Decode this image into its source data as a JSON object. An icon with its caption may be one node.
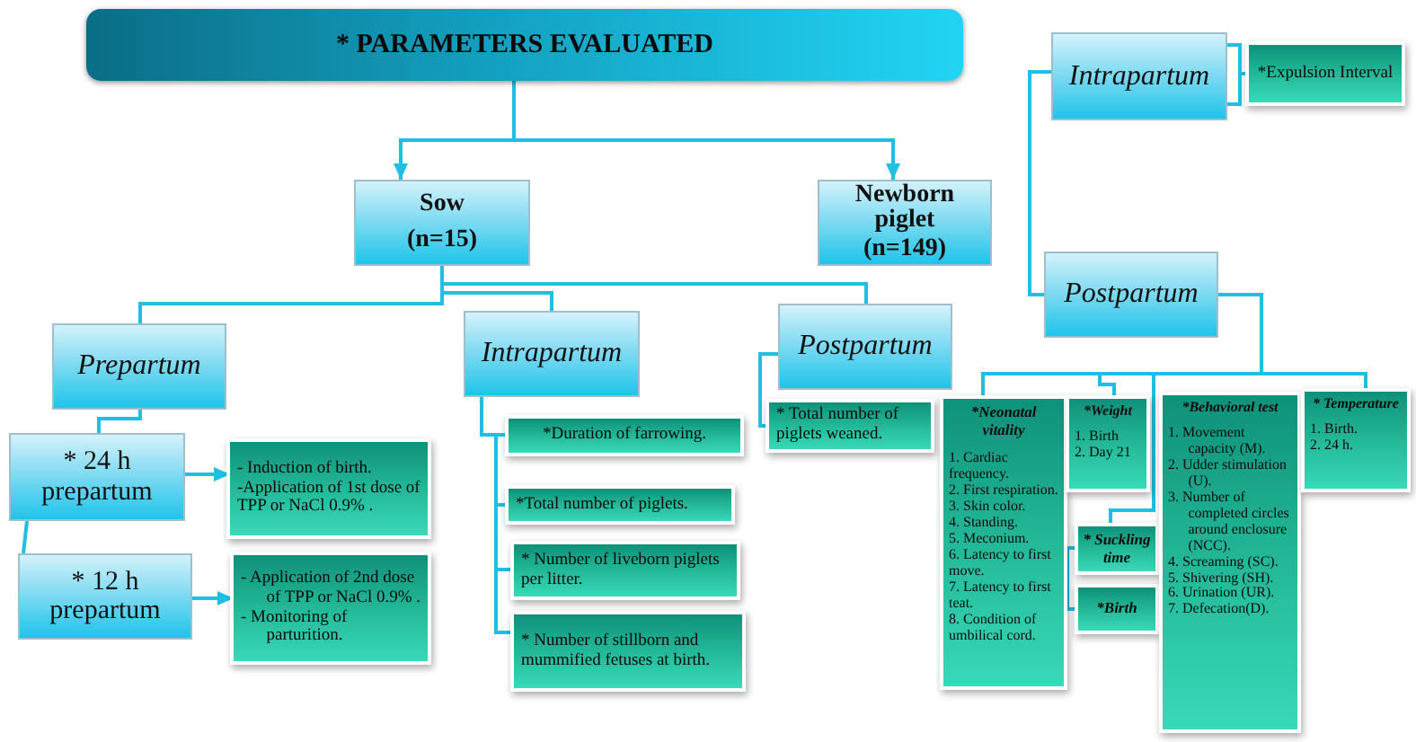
{
  "diagram": {
    "nodes": [
      {
        "text": [
          "* PARAMETERS EVALUATED"
        ]
      },
      {
        "text": [
          "Sow",
          "(n=15)"
        ]
      },
      {
        "text": [
          "Newborn piglet",
          "(n=149)"
        ]
      },
      {
        "text": [
          "Intrapartum"
        ]
      },
      {
        "text": [
          "*Expulsion Interval"
        ]
      },
      {
        "text": [
          "Postpartum"
        ]
      },
      {
        "text": [
          "Prepartum"
        ]
      },
      {
        "text": [
          "Intrapartum"
        ]
      },
      {
        "text": [
          "Postpartum"
        ]
      },
      {
        "text": [
          "* 24 h prepartum"
        ]
      },
      {
        "text": [
          "- Induction of birth.",
          "-Application of 1st dose of TPP or NaCl 0.9% ."
        ]
      },
      {
        "text": [
          "* 12 h prepartum"
        ]
      },
      {
        "text": [
          "- Application of 2nd dose of TPP or NaCl 0.9% .",
          "- Monitoring of parturition."
        ]
      },
      {
        "text": [
          "*Duration of farrowing."
        ]
      },
      {
        "text": [
          "*Total number of piglets."
        ]
      },
      {
        "text": [
          "* Number of liveborn piglets per litter."
        ]
      },
      {
        "text": [
          "* Number of stillborn and mummified fetuses at birth."
        ]
      },
      {
        "text": [
          "* Total number of piglets weaned."
        ]
      },
      {
        "text": [
          "*Neonatal vitality",
          "1. Cardiac frequency.",
          "2. First respiration.",
          "3. Skin color.",
          "4. Standing.",
          "5. Meconium.",
          "6. Latency to first move.",
          "7. Latency to first teat.",
          "8. Condition of umbilical cord."
        ]
      },
      {
        "text": [
          "*Weight",
          "1. Birth",
          "2. Day 21"
        ]
      },
      {
        "text": [
          "* Suckling time"
        ]
      },
      {
        "text": [
          "*Birth"
        ]
      },
      {
        "text": [
          "*Behavioral test",
          "1. Movement capacity (M).",
          "2. Udder stimulation (U).",
          "3. Number of completed circles around enclosure (NCC).",
          "4. Screaming (SC).",
          "5. Shivering (SH).",
          "6. Urination (UR).",
          "7. Defecation(D)."
        ]
      },
      {
        "text": [
          "* Temperature",
          "1. Birth.",
          "2. 24 h."
        ]
      }
    ],
    "edges": [
      {
        "from": 0,
        "to": 1,
        "arrow": "to"
      },
      {
        "from": 0,
        "to": 2,
        "arrow": "to"
      },
      {
        "from": 1,
        "to": 6,
        "arrow": "none"
      },
      {
        "from": 1,
        "to": 7,
        "arrow": "none"
      },
      {
        "from": 1,
        "to": 8,
        "arrow": "none"
      },
      {
        "from": 6,
        "to": 9,
        "arrow": "none"
      },
      {
        "from": 9,
        "to": 11,
        "arrow": "none"
      },
      {
        "from": 9,
        "to": 10,
        "arrow": "to"
      },
      {
        "from": 11,
        "to": 12,
        "arrow": "to"
      },
      {
        "from": 7,
        "to": 13,
        "arrow": "none"
      },
      {
        "from": 7,
        "to": 14,
        "arrow": "none"
      },
      {
        "from": 7,
        "to": 15,
        "arrow": "none"
      },
      {
        "from": 7,
        "to": 16,
        "arrow": "none"
      },
      {
        "from": 8,
        "to": 17,
        "arrow": "none"
      },
      {
        "from": 3,
        "to": 4,
        "arrow": "none"
      },
      {
        "from": 3,
        "to": 5,
        "arrow": "none"
      },
      {
        "from": 5,
        "to": 18,
        "arrow": "none"
      },
      {
        "from": 5,
        "to": 19,
        "arrow": "none"
      },
      {
        "from": 5,
        "to": 20,
        "arrow": "none"
      },
      {
        "from": 5,
        "to": 23,
        "arrow": "none"
      },
      {
        "from": 20,
        "to": 21,
        "arrow": "none"
      }
    ]
  }
}
